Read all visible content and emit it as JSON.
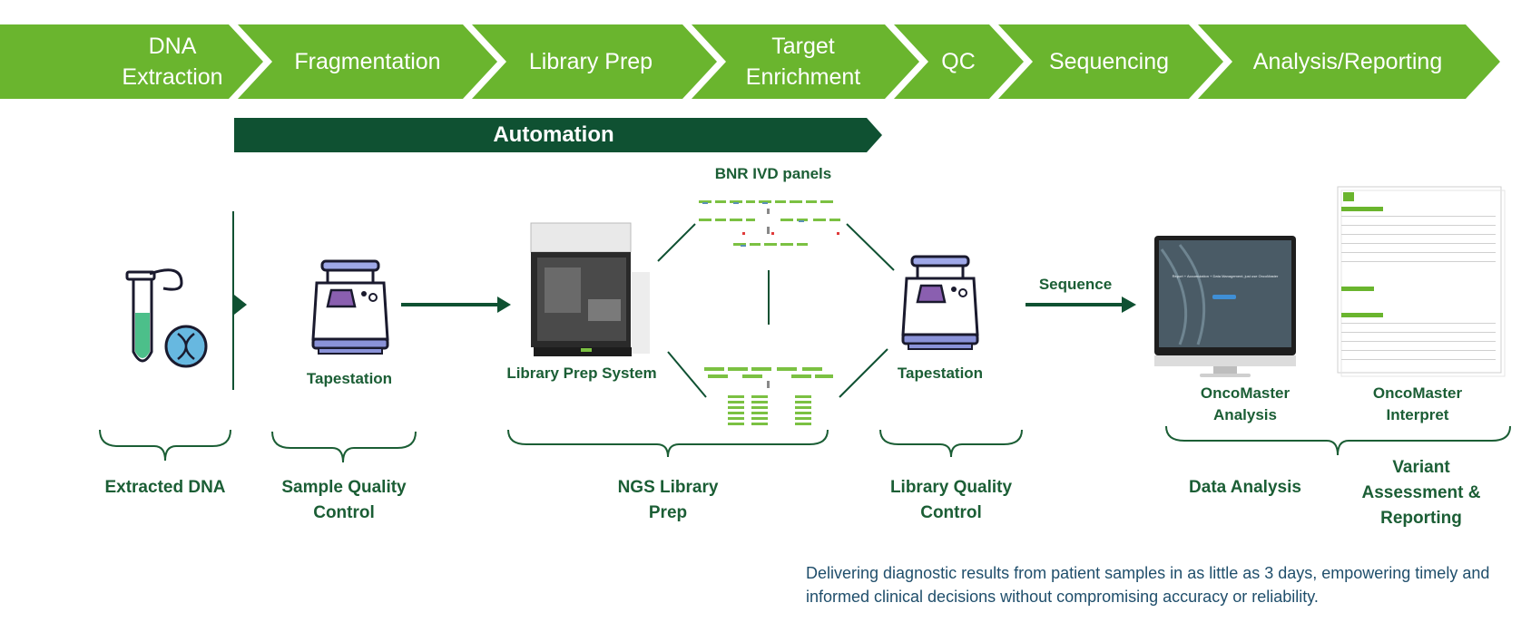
{
  "workflow": {
    "stages": [
      "DNA\nExtraction",
      "Fragmentation",
      "Library Prep",
      "Target\nEnrichment",
      "QC",
      "Sequencing",
      "Analysis/Reporting"
    ],
    "automation_label": "Automation",
    "colors": {
      "stage_green": "#6ab52e",
      "dark_green": "#0f5132",
      "text_green": "#1b5e35"
    }
  },
  "middle": {
    "bnr_panels_label": "BNR IVD panels",
    "tapestation_left": "Tapestation",
    "library_prep_system": "Library Prep System",
    "tapestation_right": "Tapestation",
    "sequence_label": "Sequence",
    "oncomaster_analysis": "OncoMaster\nAnalysis",
    "oncomaster_interpret": "OncoMaster\nInterpret",
    "monitor_headline": "Report + Accumulation + Data Management, just use OncoMaster"
  },
  "groups": [
    "Extracted DNA",
    "Sample Quality\nControl",
    "NGS Library\nPrep",
    "Library Quality\nControl",
    "Data Analysis",
    "Variant\nAssessment &\nReporting"
  ],
  "tagline": "Delivering diagnostic results from patient samples in as little as 3 days, empowering timely and informed clinical decisions without compromising accuracy or reliability."
}
